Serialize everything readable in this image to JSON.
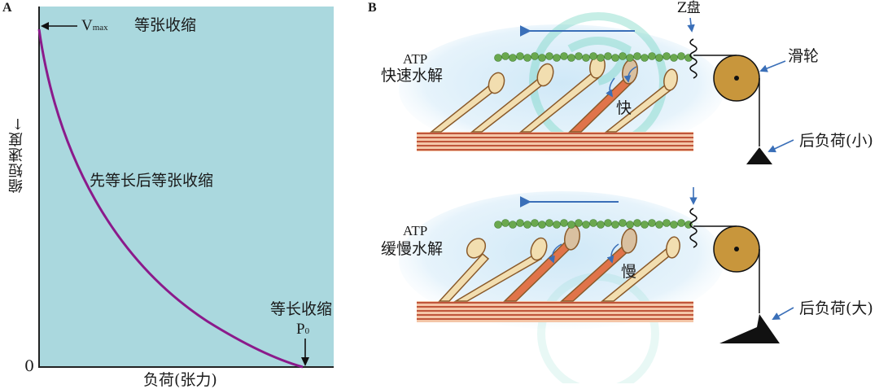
{
  "panel_a": {
    "letter": "A",
    "vmax_main": "V",
    "vmax_sub": "max",
    "vmax_text": "等张收缩",
    "ylabel": "缩短速度",
    "ylabel_arrow": "→",
    "mid_label": "先等长后等张收缩",
    "isometric_label": "等长收缩",
    "p0_main": "P",
    "p0_sub": "0",
    "origin": "0",
    "xlabel": "负荷(张力)",
    "colors": {
      "bg": "#aad8de",
      "curve": "#8b1a8b"
    }
  },
  "panel_b": {
    "letter": "B",
    "zdisc": "Z盘",
    "pulley": "滑轮",
    "top": {
      "atp": "ATP",
      "hydrolysis": "快速水解",
      "speed": "快",
      "afterload": "后负荷(小)"
    },
    "bottom": {
      "atp": "ATP",
      "hydrolysis": "缓慢水解",
      "speed": "慢",
      "afterload": "后负荷(大)"
    },
    "colors": {
      "arrow": "#3a6fb8",
      "pulley": "#c8963c",
      "thick": "#c0553a",
      "actin": "#6aa84f"
    }
  }
}
